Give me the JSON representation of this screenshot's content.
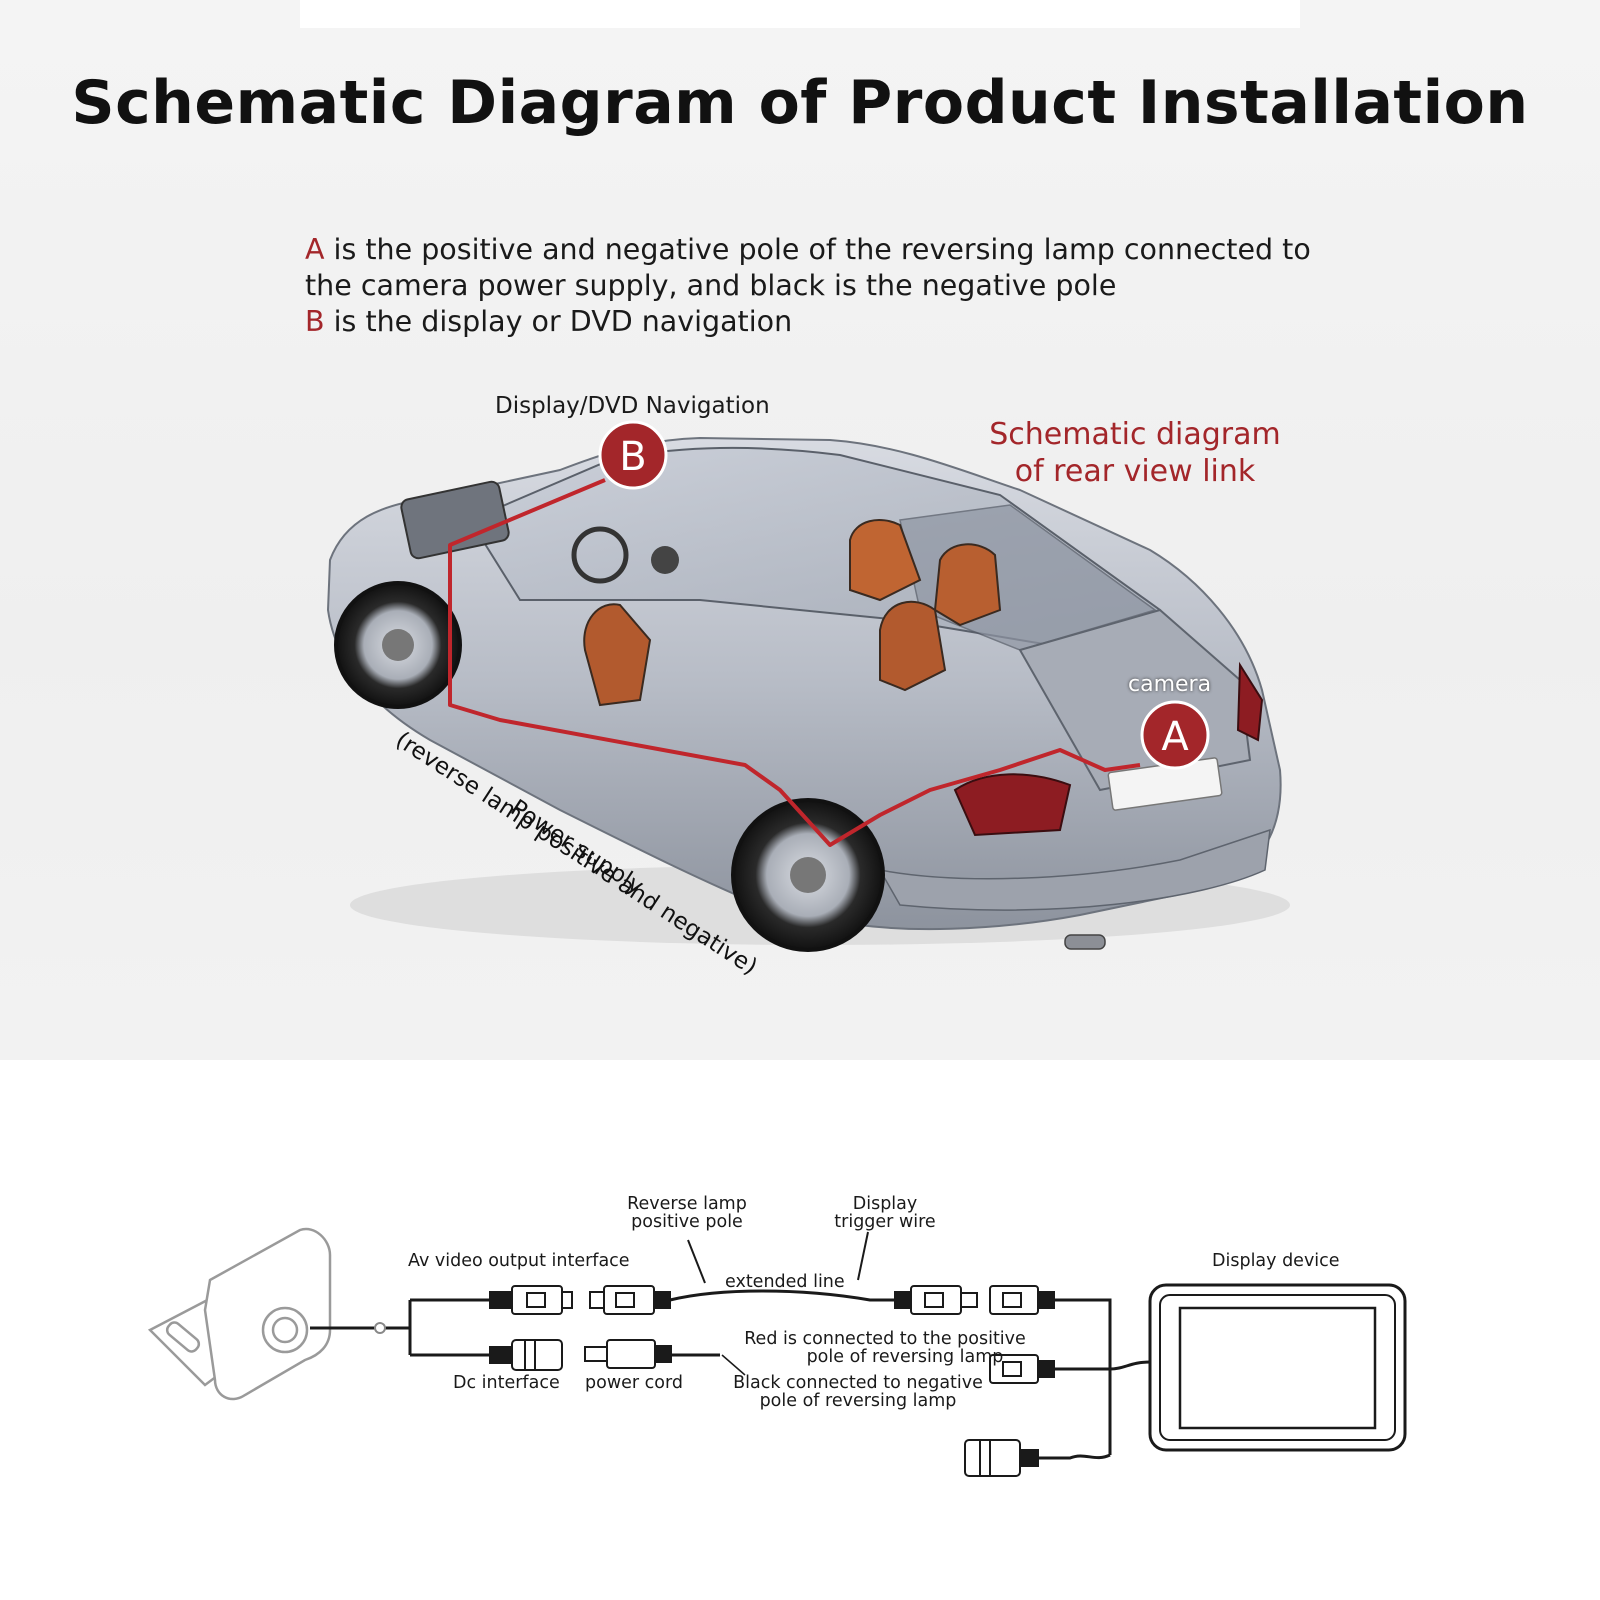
{
  "title": "Schematic Diagram of Product Installation",
  "legend": {
    "a_letter": "A",
    "a_text_1": " is the positive and negative pole of the reversing lamp connected to",
    "a_text_2": "the camera power supply, and black is the negative pole",
    "b_letter": "B",
    "b_text": " is the display or DVD navigation"
  },
  "car_labels": {
    "display_dvd": "Display/DVD Navigation",
    "rear_view_1": "Schematic diagram",
    "rear_view_2": "of rear view link",
    "camera": "camera",
    "marker_a": "A",
    "marker_b": "B",
    "power_1": "Power supply",
    "power_2": "(reverse lamp positive and negative)"
  },
  "wiring_labels": {
    "reverse_lamp_1": "Reverse lamp",
    "reverse_lamp_2": "positive pole",
    "display_trigger_1": "Display",
    "display_trigger_2": "trigger wire",
    "av_output": "Av video output interface",
    "extended_line": "extended line",
    "display_device": "Display device",
    "red_positive_1": "Red is connected to the positive",
    "red_positive_2": "pole of reversing lamp",
    "dc_interface": "Dc interface",
    "power_cord": "power cord",
    "black_negative_1": "Black connected to negative",
    "black_negative_2": "pole of reversing lamp"
  },
  "colors": {
    "accent_red": "#a3262a",
    "wire_red": "#c0262c",
    "ink": "#1a1a1a"
  }
}
